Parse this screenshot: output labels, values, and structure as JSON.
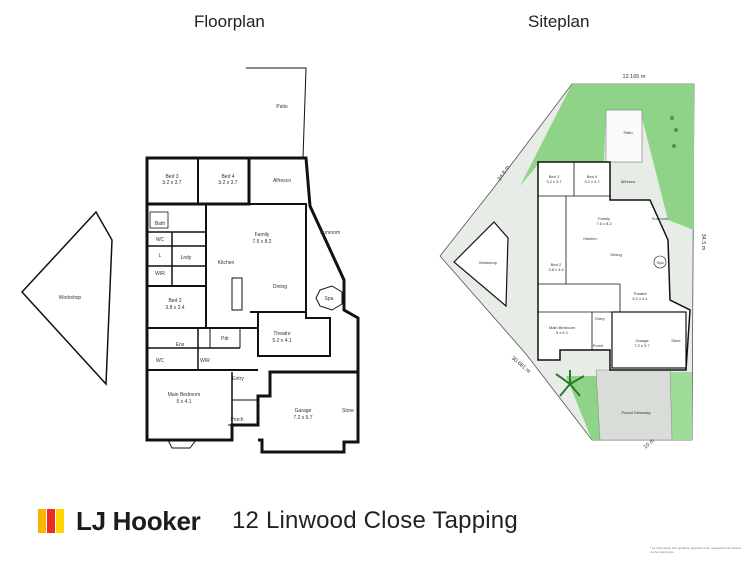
{
  "headings": {
    "floorplan": "Floorplan",
    "siteplan": "Siteplan"
  },
  "floorplan": {
    "rooms": {
      "patio": "Patio",
      "alfresco": "Alfresco",
      "bed3": "Bed 3",
      "bed3_size": "3.2 x 3.7",
      "bed4": "Bed 4",
      "bed4_size": "3.2 x 3.7",
      "bath": "Bath",
      "wc": "WC",
      "lndy": "Lndy",
      "wir": "WIR",
      "l": "L",
      "kitchen": "Kitchen",
      "family": "Family",
      "family_size": "7.6 x 8.2",
      "sunroom": "Sunroom",
      "spa": "Spa",
      "dining": "Dining",
      "bed2": "Bed 2",
      "bed2_size": "3.8 x 3.4",
      "ens": "Ens",
      "pdr": "Pdr",
      "theatre": "Theatre",
      "theatre_size": "5.2 x 4.1",
      "wc2": "WC",
      "wir2": "WIR",
      "entry": "Entry",
      "main_bedroom": "Main Bedroom",
      "main_bedroom_size": "5 x 4.1",
      "garage": "Garage",
      "garage_size": "7.2 x 5.7",
      "store": "Store",
      "porch": "Porch",
      "workshop": "Workshop"
    }
  },
  "siteplan": {
    "dims": {
      "top": "12.165 m",
      "left": "24.8 m",
      "right": "34.5 m",
      "bottom_left": "30.681 m",
      "bottom_right": "10 m"
    },
    "labels": {
      "patio": "Patio",
      "alfresco": "Alfresco",
      "bed3": "Bed 3",
      "bed3_size": "3.2 x 3.7",
      "bed4": "Bed 4",
      "bed4_size": "3.2 x 3.7",
      "family": "Family",
      "family_size": "7.6 x 8.2",
      "kitchen": "Kitchen",
      "dining": "Dining",
      "sunroom": "Sunroom",
      "spa": "Spa",
      "bed2": "Bed 2",
      "bed2_size": "3.8 x 3.4",
      "theatre": "Theatre",
      "theatre_size": "5.2 x 4.1",
      "main_bedroom": "Main Bedroom",
      "main_bedroom_size": "5 x 4.1",
      "entry": "Entry",
      "garage": "Garage",
      "garage_size": "7.2 x 5.7",
      "store": "Store",
      "porch": "Porch",
      "workshop": "Workshop",
      "driveway": "Paved Driveway"
    }
  },
  "brand": {
    "name": "LJ Hooker",
    "colors": [
      "#f7b500",
      "#ee2a24",
      "#ffd600"
    ]
  },
  "address": "12 Linwood Close Tapping",
  "disclaimer": "* for information and guidance purposes only. measurements should not be relied upon"
}
